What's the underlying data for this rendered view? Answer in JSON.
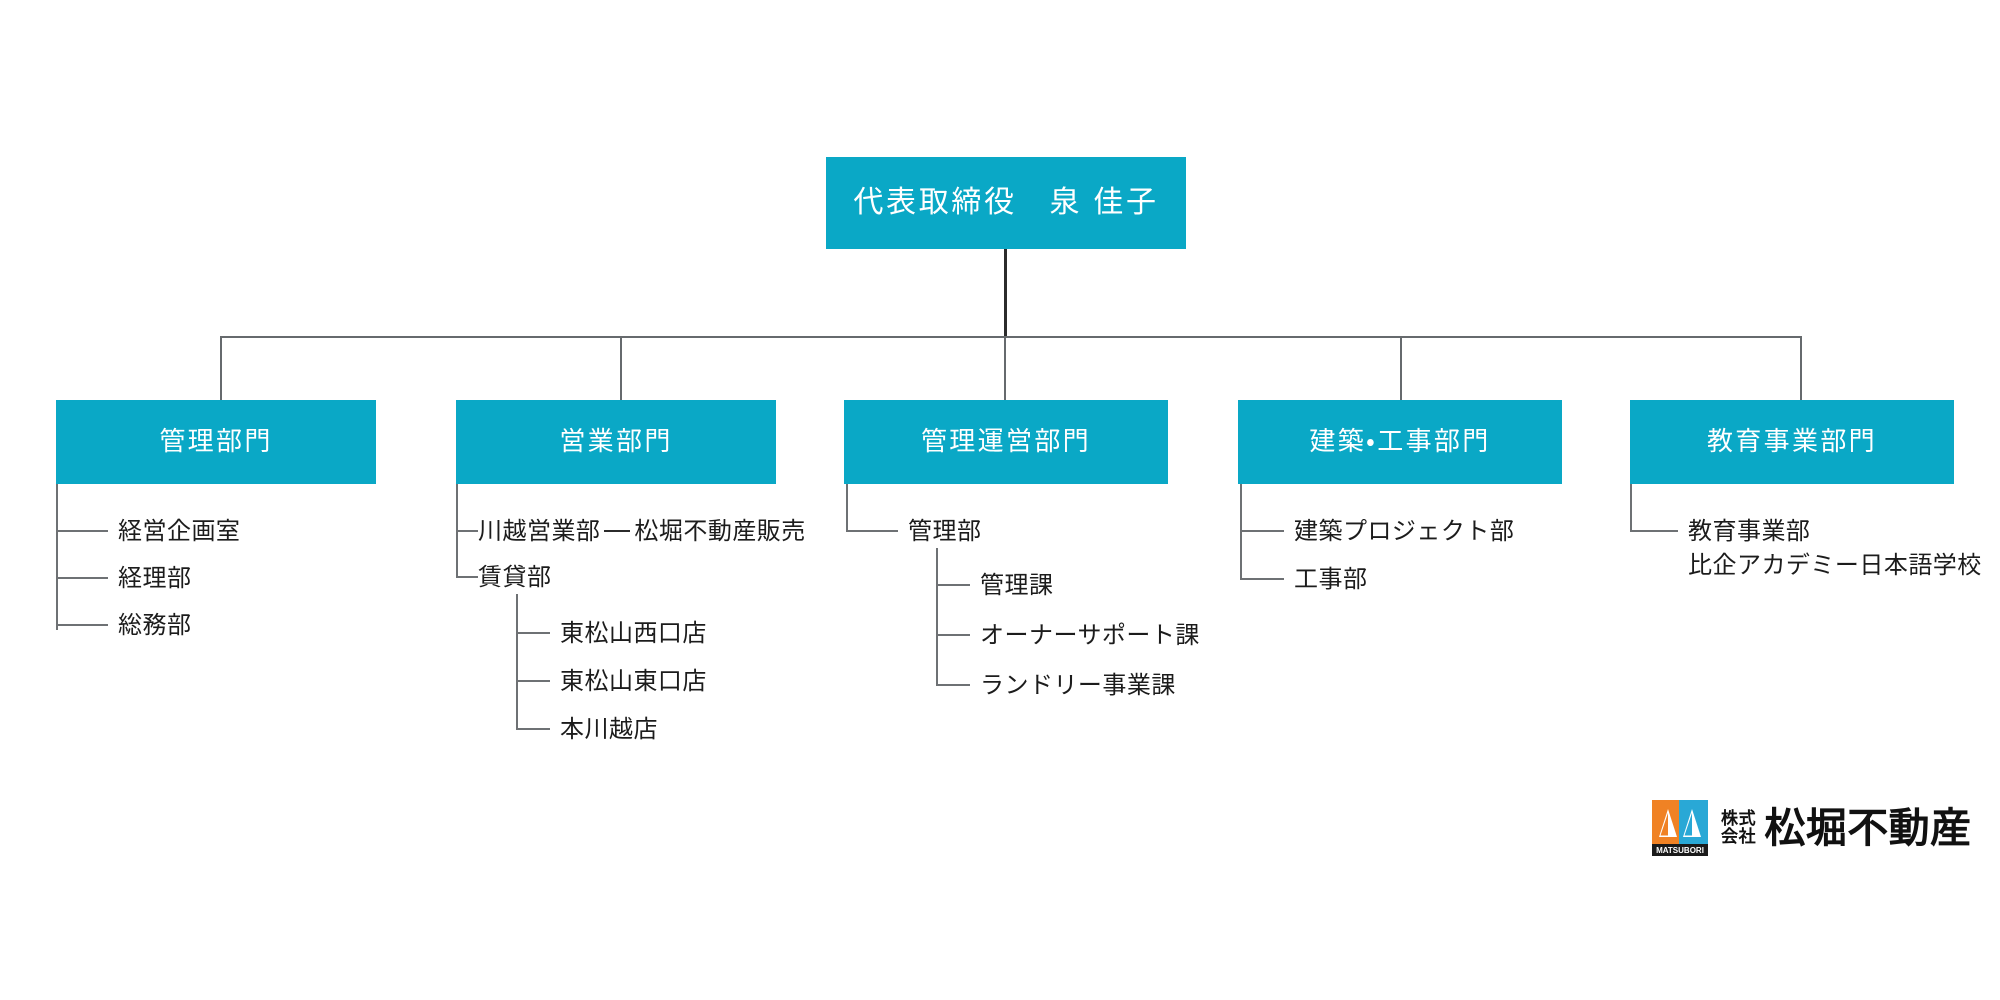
{
  "meta": {
    "accent_color": "#0aa8c6",
    "line_color": "#666a6d",
    "text_color": "#1c1c1c",
    "logo_orange": "#f08224",
    "logo_cyan": "#29a8d6"
  },
  "root": {
    "label": "代表取締役　泉 佳子"
  },
  "departments": [
    {
      "label": "管理部門",
      "children": [
        {
          "label": "経営企画室"
        },
        {
          "label": "経理部"
        },
        {
          "label": "総務部"
        }
      ]
    },
    {
      "label": "営業部門",
      "children": [
        {
          "label": "川越営業部",
          "linked_label": "松堀不動産販売"
        },
        {
          "label": "賃貸部"
        }
      ],
      "grandchildren": [
        {
          "label": "東松山西口店"
        },
        {
          "label": "東松山東口店"
        },
        {
          "label": "本川越店"
        }
      ]
    },
    {
      "label": "管理運営部門",
      "children": [
        {
          "label": "管理部"
        }
      ],
      "grandchildren": [
        {
          "label": "管理課"
        },
        {
          "label": "オーナーサポート課"
        },
        {
          "label": "ランドリー事業課"
        }
      ]
    },
    {
      "label": "建築・工事部門",
      "children": [
        {
          "label": "建築プロジェクト部"
        },
        {
          "label": "工事部"
        }
      ]
    },
    {
      "label": "教育事業部門",
      "children": [
        {
          "label": "教育事業部"
        }
      ],
      "extra_lines": [
        {
          "label": "比企アカデミー日本語学校"
        }
      ]
    }
  ],
  "logo": {
    "mark_caption": "MATSUBORI",
    "prefix_line1": "株式",
    "prefix_line2": "会社",
    "company_name": "松堀不動産"
  }
}
